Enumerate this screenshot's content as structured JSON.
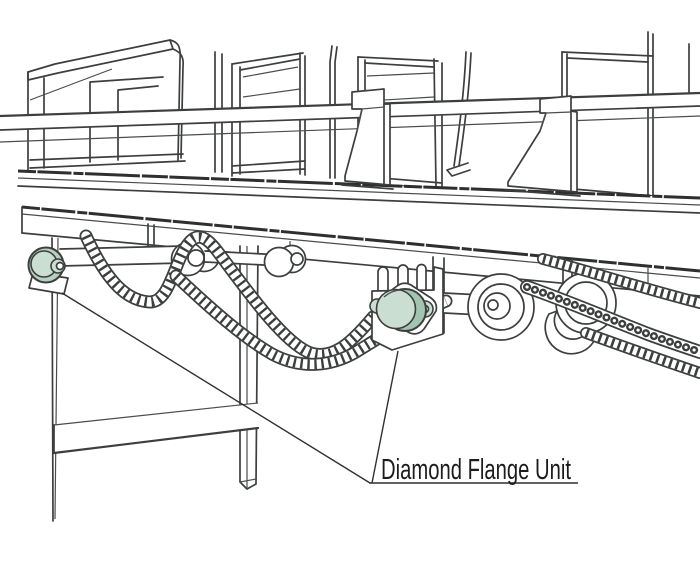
{
  "figure": {
    "label_text": "Diamond Flange Unit",
    "colors": {
      "line": "#3c3f3e",
      "background": "#ffffff",
      "flange_green": "#b6d0c2",
      "flange_green_light": "#cadfd2",
      "label_text_color": "#1c1c1c"
    },
    "parts": [
      "crate",
      "guard-rail",
      "conveyor-deck",
      "pusher-cleat",
      "frame-rail",
      "support-leg",
      "cross-brace",
      "shaft",
      "sprocket",
      "roller",
      "drive-chain",
      "chain-guide",
      "flange-bearing-unit",
      "diamond-flange-unit",
      "hanger-bracket"
    ]
  }
}
